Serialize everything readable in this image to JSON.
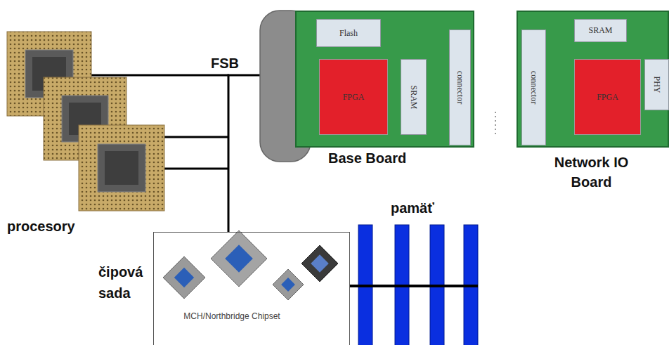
{
  "diagram": {
    "nodes": [
      {
        "text": [
          "Base Board"
        ]
      },
      {
        "text": [
          "Flash"
        ],
        "in": 0
      },
      {
        "text": [
          "FPGA"
        ],
        "in": 0
      },
      {
        "text": [
          "SRAM"
        ],
        "in": 0
      },
      {
        "text": [
          "connector"
        ],
        "in": 0
      },
      {
        "text": [
          "Network IO Board"
        ]
      },
      {
        "text": [
          "connector"
        ],
        "in": 5
      },
      {
        "text": [
          "SRAM"
        ],
        "in": 5
      },
      {
        "text": [
          "FPGA"
        ],
        "in": 5
      },
      {
        "text": [
          "PHY"
        ],
        "in": 5
      },
      {
        "text": [
          "MCH/Northbridge Chipset"
        ]
      }
    ],
    "edges": [
      {
        "from": 10,
        "to": 0,
        "arrow": "none"
      },
      {
        "from": 4,
        "to": 6,
        "arrow": "none"
      }
    ],
    "labels": [
      "FSB",
      "procesory",
      "čipová sada",
      "pamäť"
    ]
  }
}
